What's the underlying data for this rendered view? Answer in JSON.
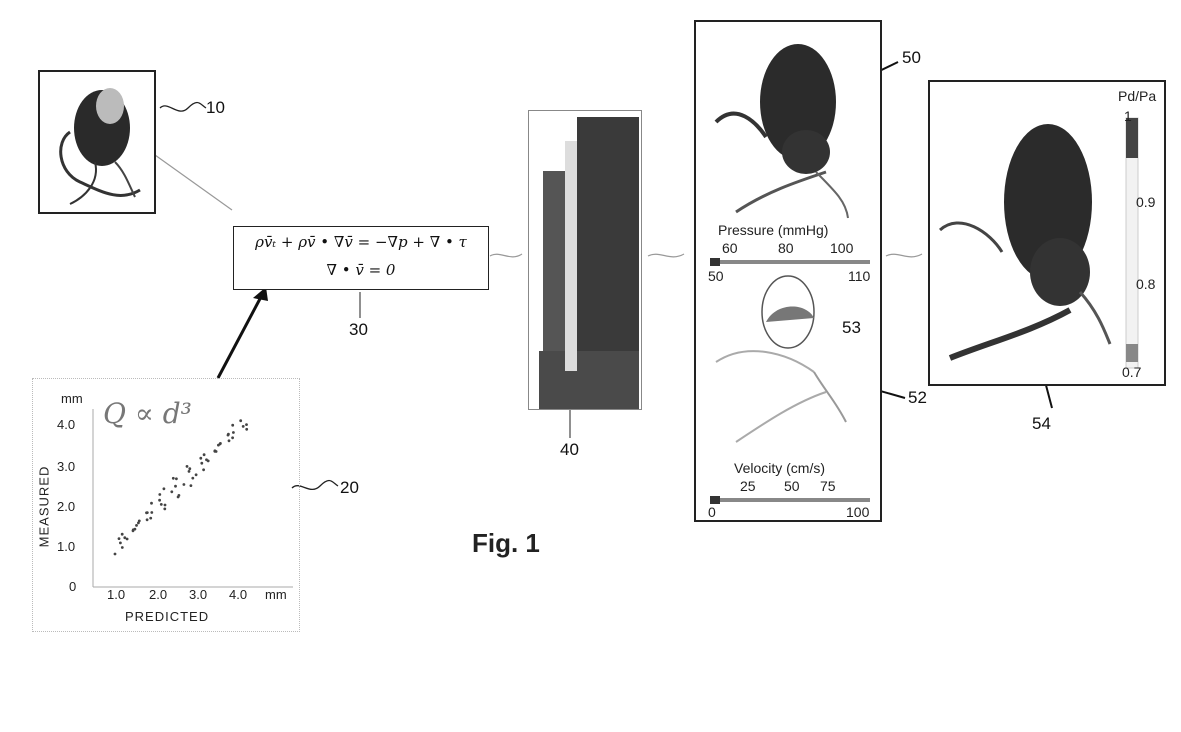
{
  "figure_label": "Fig. 1",
  "refs": {
    "r10": "10",
    "r20": "20",
    "r30": "30",
    "r40": "40",
    "r50": "50",
    "r52": "52",
    "r53": "53",
    "r54": "54"
  },
  "equation": {
    "line1": "ρv̄ₜ + ρv̄ • ∇v̄ = −∇p + ∇ • τ",
    "line2": "∇ • v̄ = 0"
  },
  "plot": {
    "unit_top": "mm",
    "formula": "Q ∝ d³",
    "y_ticks": [
      "4.0",
      "3.0",
      "2.0",
      "1.0",
      "0"
    ],
    "x_ticks": [
      "1.0",
      "2.0",
      "3.0",
      "4.0",
      "mm"
    ],
    "ylabel": "MEASURED",
    "xlabel": "PREDICTED"
  },
  "pressure": {
    "label": "Pressure (mmHg)",
    "ticks": [
      "60",
      "80",
      "100"
    ],
    "bar_min": "50",
    "bar_max": "110"
  },
  "velocity": {
    "label": "Velocity (cm/s)",
    "ticks": [
      "25",
      "50",
      "75"
    ],
    "bar_min": "0",
    "bar_max": "100"
  },
  "ffr": {
    "label": "Pd/Pa",
    "ticks": [
      "1",
      "0.9",
      "0.8",
      "0.7"
    ]
  }
}
